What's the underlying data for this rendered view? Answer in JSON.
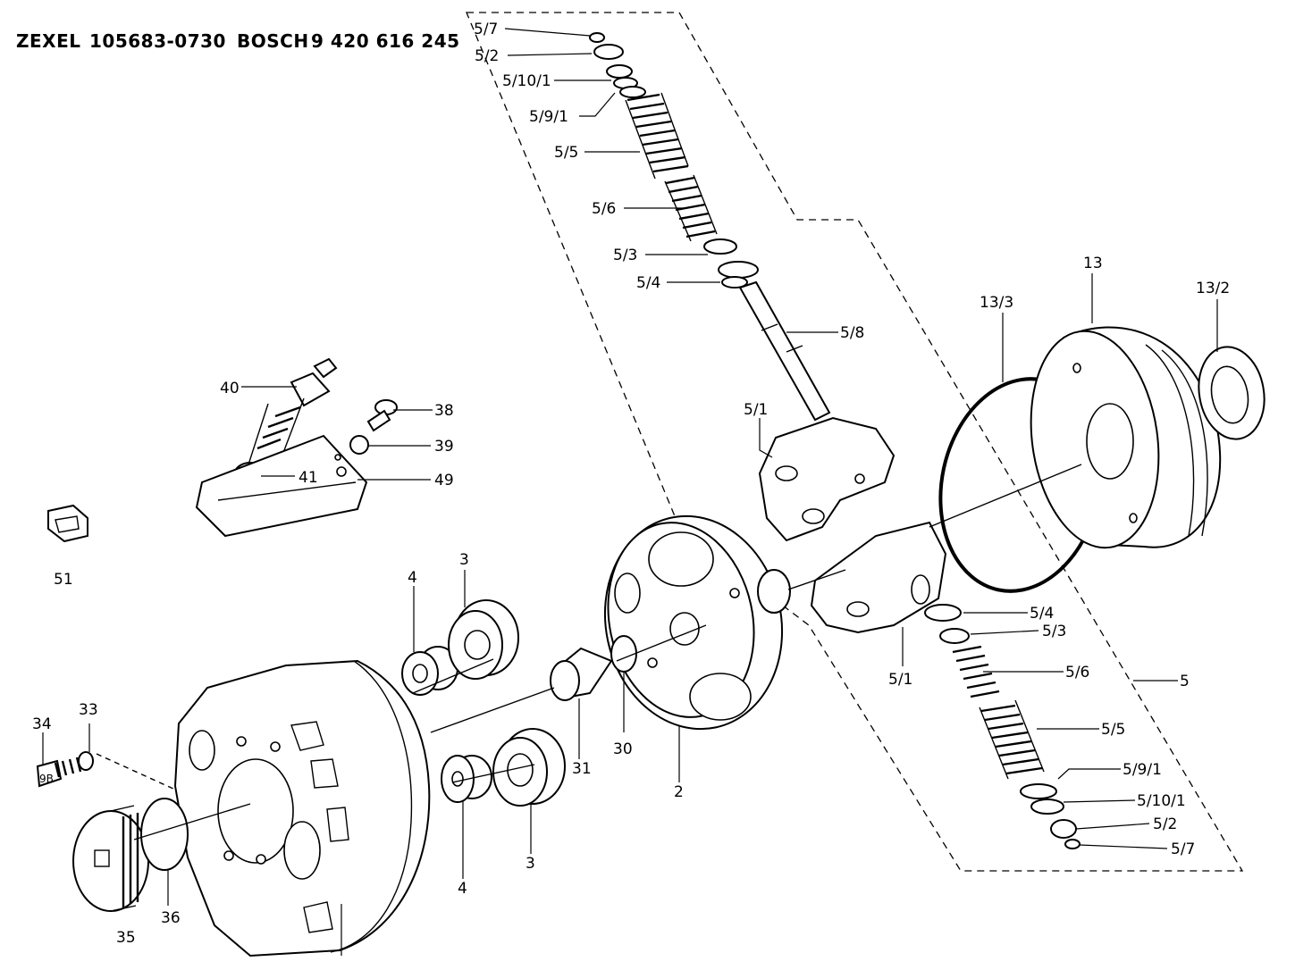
{
  "header": {
    "brand1": "ZEXEL",
    "code1": "105683-0730",
    "brand2": "BOSCH",
    "code2": "9 420 616 245"
  },
  "labels": {
    "p5_7a": "5/7",
    "p5_2a": "5/2",
    "p5_10_1a": "5/10/1",
    "p5_9_1a": "5/9/1",
    "p5_5a": "5/5",
    "p5_6a": "5/6",
    "p5_3a": "5/3",
    "p5_4a": "5/4",
    "p5_8": "5/8",
    "p5_1a": "5/1",
    "p13": "13",
    "p13_3": "13/3",
    "p13_2": "13/2",
    "p40": "40",
    "p38": "38",
    "p39": "39",
    "p41": "41",
    "p49": "49",
    "p51": "51",
    "p4a": "4",
    "p3a": "3",
    "p34": "34",
    "p33": "33",
    "p30": "30",
    "p31": "31",
    "p2": "2",
    "p5_1b": "5/1",
    "p5_4b": "5/4",
    "p5_3b": "5/3",
    "p5_6b": "5/6",
    "p5": "5",
    "p5_5b": "5/5",
    "p5_9_1b": "5/9/1",
    "p5_10_1b": "5/10/1",
    "p5_2b": "5/2",
    "p5_7b": "5/7",
    "p4b": "4",
    "p3b": "3",
    "p35": "35",
    "p36": "36",
    "stamp": "9B"
  }
}
